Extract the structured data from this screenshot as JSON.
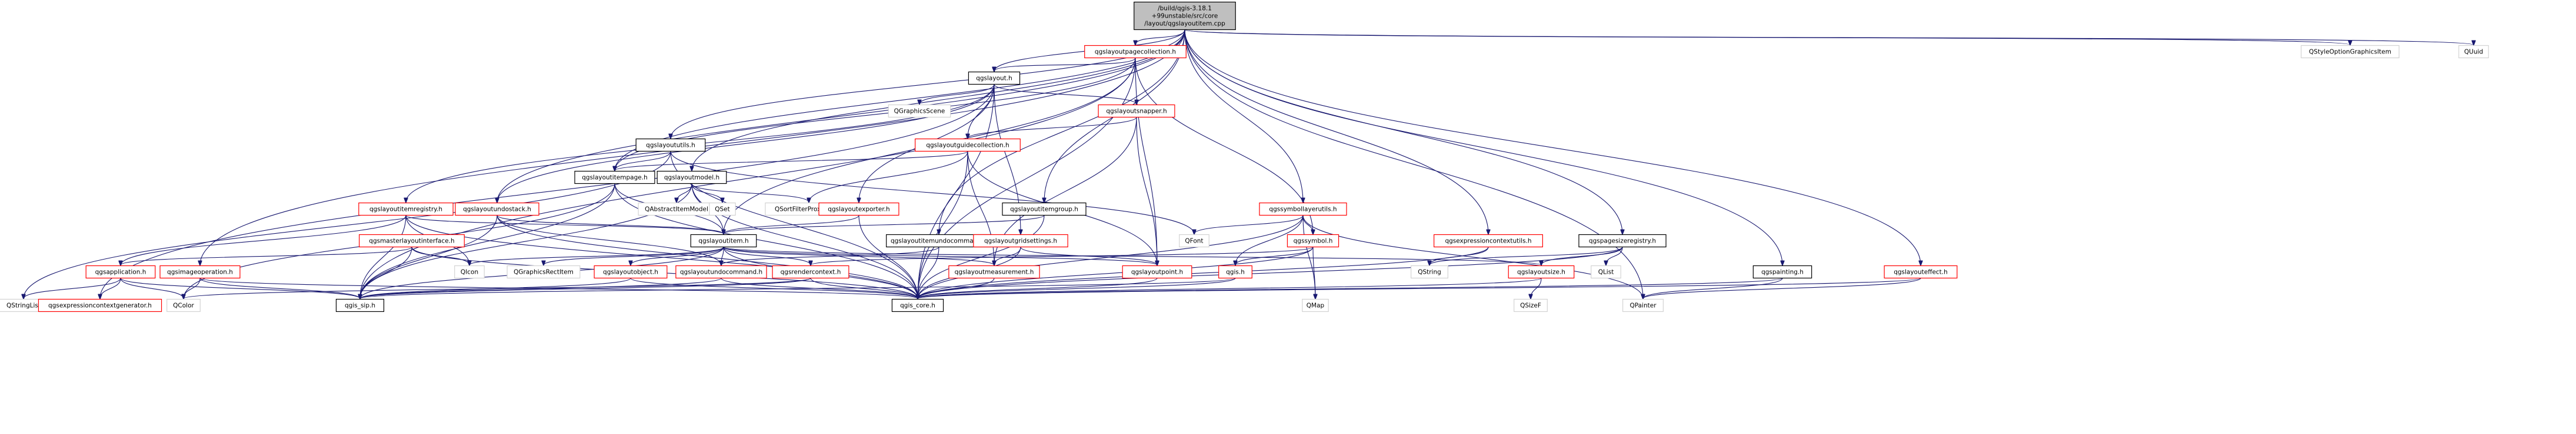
{
  "graph": {
    "edge_color": "#191970",
    "root": {
      "id": "root",
      "lines": [
        "/build/qgis-3.18.1",
        "+99unstable/src/core",
        "/layout/qgslayoutitem.cpp"
      ],
      "fill": "#bfbfbf",
      "border": "#000000"
    },
    "nodes": [
      {
        "id": "pagecollection",
        "label": "qgslayoutpagecollection.h",
        "kind": "red"
      },
      {
        "id": "styleopt",
        "label": "QStyleOptionGraphicsItem",
        "kind": "plain"
      },
      {
        "id": "quuid",
        "label": "QUuid",
        "kind": "plain"
      },
      {
        "id": "layout",
        "label": "qgslayout.h",
        "kind": "black"
      },
      {
        "id": "qgraphicsscene",
        "label": "QGraphicsScene",
        "kind": "plain"
      },
      {
        "id": "snapper",
        "label": "qgslayoutsnapper.h",
        "kind": "red"
      },
      {
        "id": "layoututils",
        "label": "qgslayoututils.h",
        "kind": "black"
      },
      {
        "id": "guidecollection",
        "label": "qgslayoutguidecollection.h",
        "kind": "red"
      },
      {
        "id": "itempage",
        "label": "qgslayoutitempage.h",
        "kind": "black"
      },
      {
        "id": "layoutmodel",
        "label": "qgslayoutmodel.h",
        "kind": "black"
      },
      {
        "id": "qabstractitemmodel",
        "label": "QAbstractItemModel",
        "kind": "plain"
      },
      {
        "id": "qset",
        "label": "QSet",
        "kind": "plain"
      },
      {
        "id": "qsortfilter",
        "label": "QSortFilterProxyModel",
        "kind": "plain"
      },
      {
        "id": "itemregistry",
        "label": "qgslayoutitemregistry.h",
        "kind": "red"
      },
      {
        "id": "undostack",
        "label": "qgslayoutundostack.h",
        "kind": "red"
      },
      {
        "id": "exporter",
        "label": "qgslayoutexporter.h",
        "kind": "red"
      },
      {
        "id": "itemgroup",
        "label": "qgslayoutitemgroup.h",
        "kind": "black"
      },
      {
        "id": "symbollayerutils",
        "label": "qgssymbollayerutils.h",
        "kind": "red"
      },
      {
        "id": "qfont",
        "label": "QFont",
        "kind": "plain"
      },
      {
        "id": "masterlayout",
        "label": "qgsmasterlayoutinterface.h",
        "kind": "red"
      },
      {
        "id": "layoutitem",
        "label": "qgslayoutitem.h",
        "kind": "black"
      },
      {
        "id": "undocommand",
        "label": "qgslayoutitemundocommand.h",
        "kind": "black"
      },
      {
        "id": "gridsettings",
        "label": "qgslayoutgridsettings.h",
        "kind": "red"
      },
      {
        "id": "symbol",
        "label": "qgssymbol.h",
        "kind": "red"
      },
      {
        "id": "exprcontextutils",
        "label": "qgsexpressioncontextutils.h",
        "kind": "red"
      },
      {
        "id": "pagesizereg",
        "label": "qgspagesizeregistry.h",
        "kind": "black"
      },
      {
        "id": "qicon",
        "label": "QIcon",
        "kind": "plain"
      },
      {
        "id": "application",
        "label": "qgsapplication.h",
        "kind": "red"
      },
      {
        "id": "imageoperation",
        "label": "qgsimageoperation.h",
        "kind": "red"
      },
      {
        "id": "qgraphicsrectitem",
        "label": "QGraphicsRectItem",
        "kind": "plain"
      },
      {
        "id": "layoutobject",
        "label": "qgslayoutobject.h",
        "kind": "red"
      },
      {
        "id": "undocmd",
        "label": "qgslayoutundocommand.h",
        "kind": "red"
      },
      {
        "id": "rendercontext",
        "label": "qgsrendercontext.h",
        "kind": "red"
      },
      {
        "id": "measurement",
        "label": "qgslayoutmeasurement.h",
        "kind": "red"
      },
      {
        "id": "layoutpoint",
        "label": "qgslayoutpoint.h",
        "kind": "red"
      },
      {
        "id": "qgsh",
        "label": "qgis.h",
        "kind": "red"
      },
      {
        "id": "qstring",
        "label": "QString",
        "kind": "plain"
      },
      {
        "id": "layoutsize",
        "label": "qgslayoutsize.h",
        "kind": "red"
      },
      {
        "id": "qlist",
        "label": "QList",
        "kind": "plain"
      },
      {
        "id": "painting",
        "label": "qgspainting.h",
        "kind": "black"
      },
      {
        "id": "layouteffect",
        "label": "qgslayouteffect.h",
        "kind": "red"
      },
      {
        "id": "qstringlist",
        "label": "QStringList",
        "kind": "plain"
      },
      {
        "id": "exprcontextgen",
        "label": "qgsexpressioncontextgenerator.h",
        "kind": "red"
      },
      {
        "id": "qcolor",
        "label": "QColor",
        "kind": "plain"
      },
      {
        "id": "qgissip",
        "label": "qgis_sip.h",
        "kind": "black"
      },
      {
        "id": "qgiscore",
        "label": "qgis_core.h",
        "kind": "black"
      },
      {
        "id": "qmap",
        "label": "QMap",
        "kind": "plain"
      },
      {
        "id": "qsizef",
        "label": "QSizeF",
        "kind": "plain"
      },
      {
        "id": "qpainter",
        "label": "QPainter",
        "kind": "plain"
      }
    ],
    "styles": {
      "red": {
        "fill": "#ffffff",
        "border": "#ff0000"
      },
      "black": {
        "fill": "#ffffff",
        "border": "#000000"
      },
      "plain": {
        "fill": "#ffffff",
        "border": "#d3d3d3"
      }
    }
  }
}
